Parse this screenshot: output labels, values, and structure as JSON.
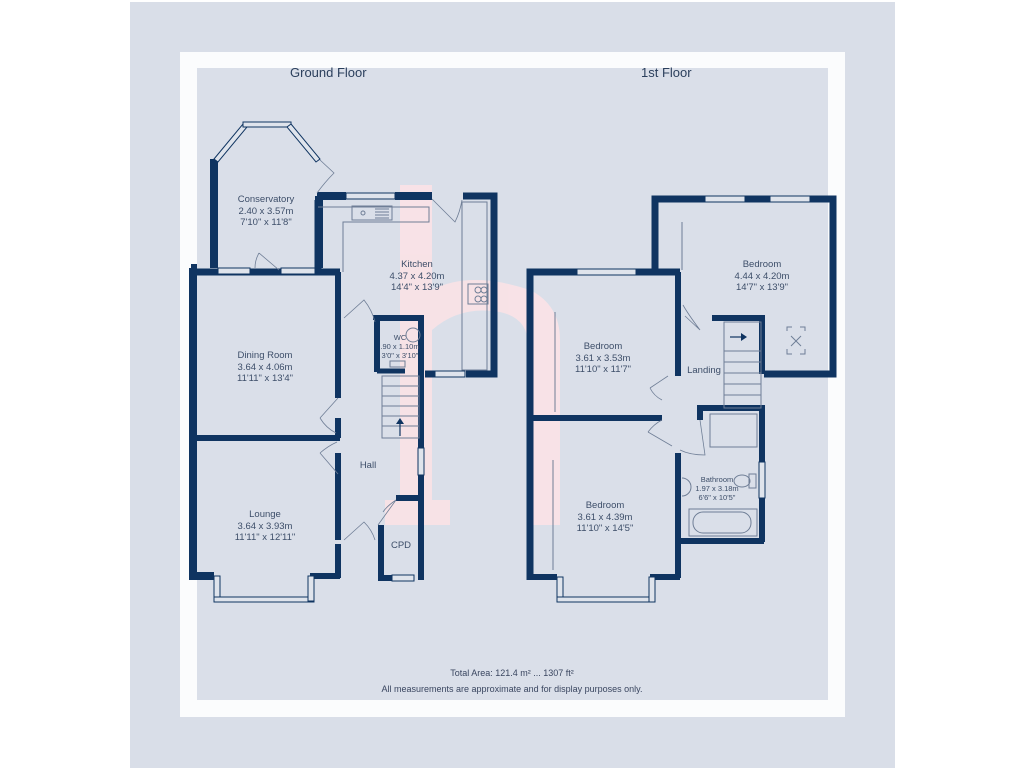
{
  "colors": {
    "frame": "#d9dee8",
    "border": "#fbfcfd",
    "panel": "#dadfe9",
    "wall": "#0f3461",
    "fixture": "#6f7e96",
    "watermark": "#fde3e6"
  },
  "floors": [
    {
      "title": "Ground Floor",
      "rooms": [
        {
          "name": "Conservatory",
          "metric": "2.40 x 3.57m",
          "imperial": "7'10\" x 11'8\""
        },
        {
          "name": "Kitchen",
          "metric": "4.37 x 4.20m",
          "imperial": "14'4\" x 13'9\""
        },
        {
          "name": "WC",
          "metric": ".90 x 1.10m",
          "imperial": "3'0\" x 3'10\""
        },
        {
          "name": "Dining Room",
          "metric": "3.64 x 4.06m",
          "imperial": "11'11\" x 13'4\""
        },
        {
          "name": "Hall"
        },
        {
          "name": "Lounge",
          "metric": "3.64 x 3.93m",
          "imperial": "11'11\" x 12'11\""
        },
        {
          "name": "CPD"
        }
      ]
    },
    {
      "title": "1st Floor",
      "rooms": [
        {
          "name": "Bedroom",
          "metric": "4.44 x 4.20m",
          "imperial": "14'7\" x 13'9\""
        },
        {
          "name": "Bedroom",
          "metric": "3.61 x 3.53m",
          "imperial": "11'10\" x 11'7\""
        },
        {
          "name": "Landing"
        },
        {
          "name": "Bathroom",
          "metric": "1.97 x 3.18m",
          "imperial": "6'6\" x 10'5\""
        },
        {
          "name": "Bedroom",
          "metric": "3.61 x 4.39m",
          "imperial": "11'10\" x 14'5\""
        }
      ]
    }
  ],
  "footer": {
    "total_area": "Total Area: 121.4 m² ... 1307 ft²",
    "disclaimer": "All measurements are approximate and for display purposes only."
  }
}
